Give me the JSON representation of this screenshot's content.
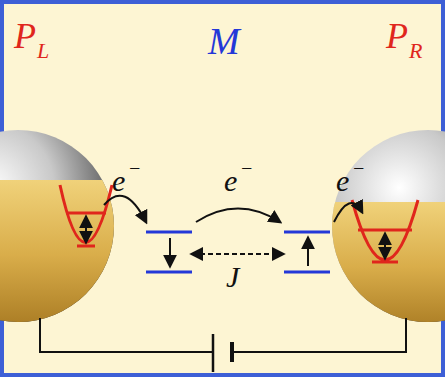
{
  "diagram": {
    "labels": [
      "P",
      "L",
      "M",
      "P",
      "R",
      "e",
      "−",
      "e",
      "−",
      "e",
      "−",
      "J"
    ]
  }
}
